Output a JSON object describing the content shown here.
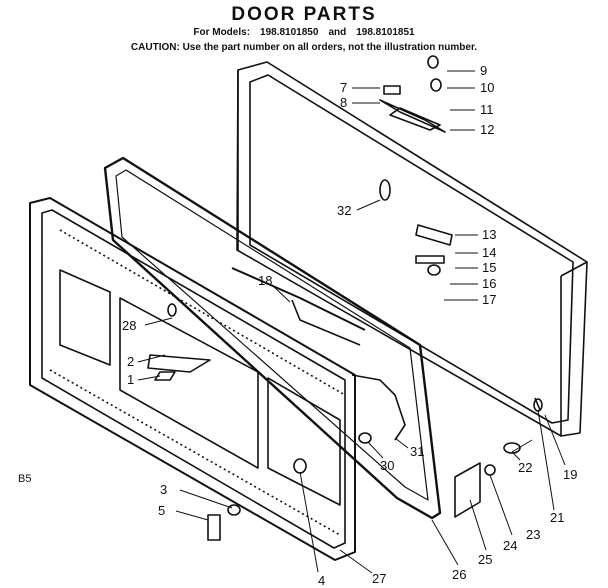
{
  "header": {
    "title": "DOOR PARTS",
    "models_prefix": "For Models:",
    "model_a": "198.8101850",
    "models_and": "and",
    "model_b": "198.8101851",
    "caution": "CAUTION: Use the part number on all orders, not the illustration number."
  },
  "diagram_code": "B5",
  "callouts": [
    "7",
    "8",
    "9",
    "10",
    "11",
    "12",
    "32",
    "13",
    "14",
    "15",
    "16",
    "17",
    "18",
    "28",
    "2",
    "1",
    "31",
    "30",
    "22",
    "19",
    "21",
    "23",
    "24",
    "25",
    "26",
    "27",
    "4",
    "3",
    "5"
  ]
}
